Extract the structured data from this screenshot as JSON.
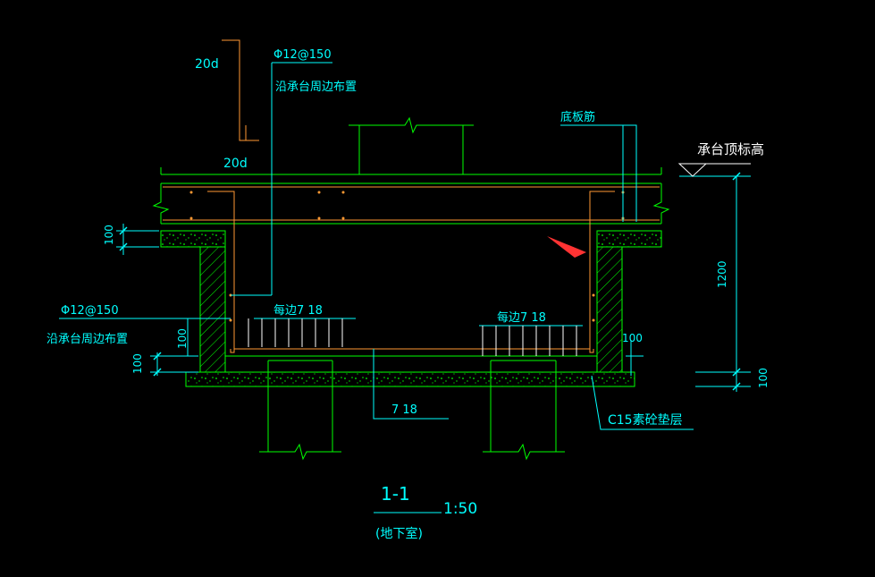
{
  "drawing": {
    "section_title": "1-1",
    "scale": "1:50",
    "section_note": "(地下室)"
  },
  "labels": {
    "anchorage_top": "20d",
    "anchorage_side": "20d",
    "rebar_spec_top": "Φ12@150",
    "rebar_note_top": "沿承台周边布置",
    "rebar_spec_left": "Φ12@150",
    "rebar_note_left": "沿承台周边布置",
    "bottom_slab_rebar": "底板筋",
    "cap_top_elevation": "承台顶标高",
    "each_side_rebar_left": "每边7 18",
    "each_side_rebar_right": "每边7 18",
    "bottom_rebar": "7 18",
    "cushion_layer": "C15素砼垫层"
  },
  "dimensions": {
    "cushion_left": "100",
    "wall_left_a": "100",
    "wall_left_b": "100",
    "wall_right": "100",
    "cap_height": "1200",
    "cushion_right": "100"
  },
  "colors": {
    "background": "#000000",
    "green": "#00ff00",
    "cyan": "#00ffff",
    "white": "#ffffff",
    "orange": "#ff9933",
    "red_arrow": "#ff3333"
  }
}
